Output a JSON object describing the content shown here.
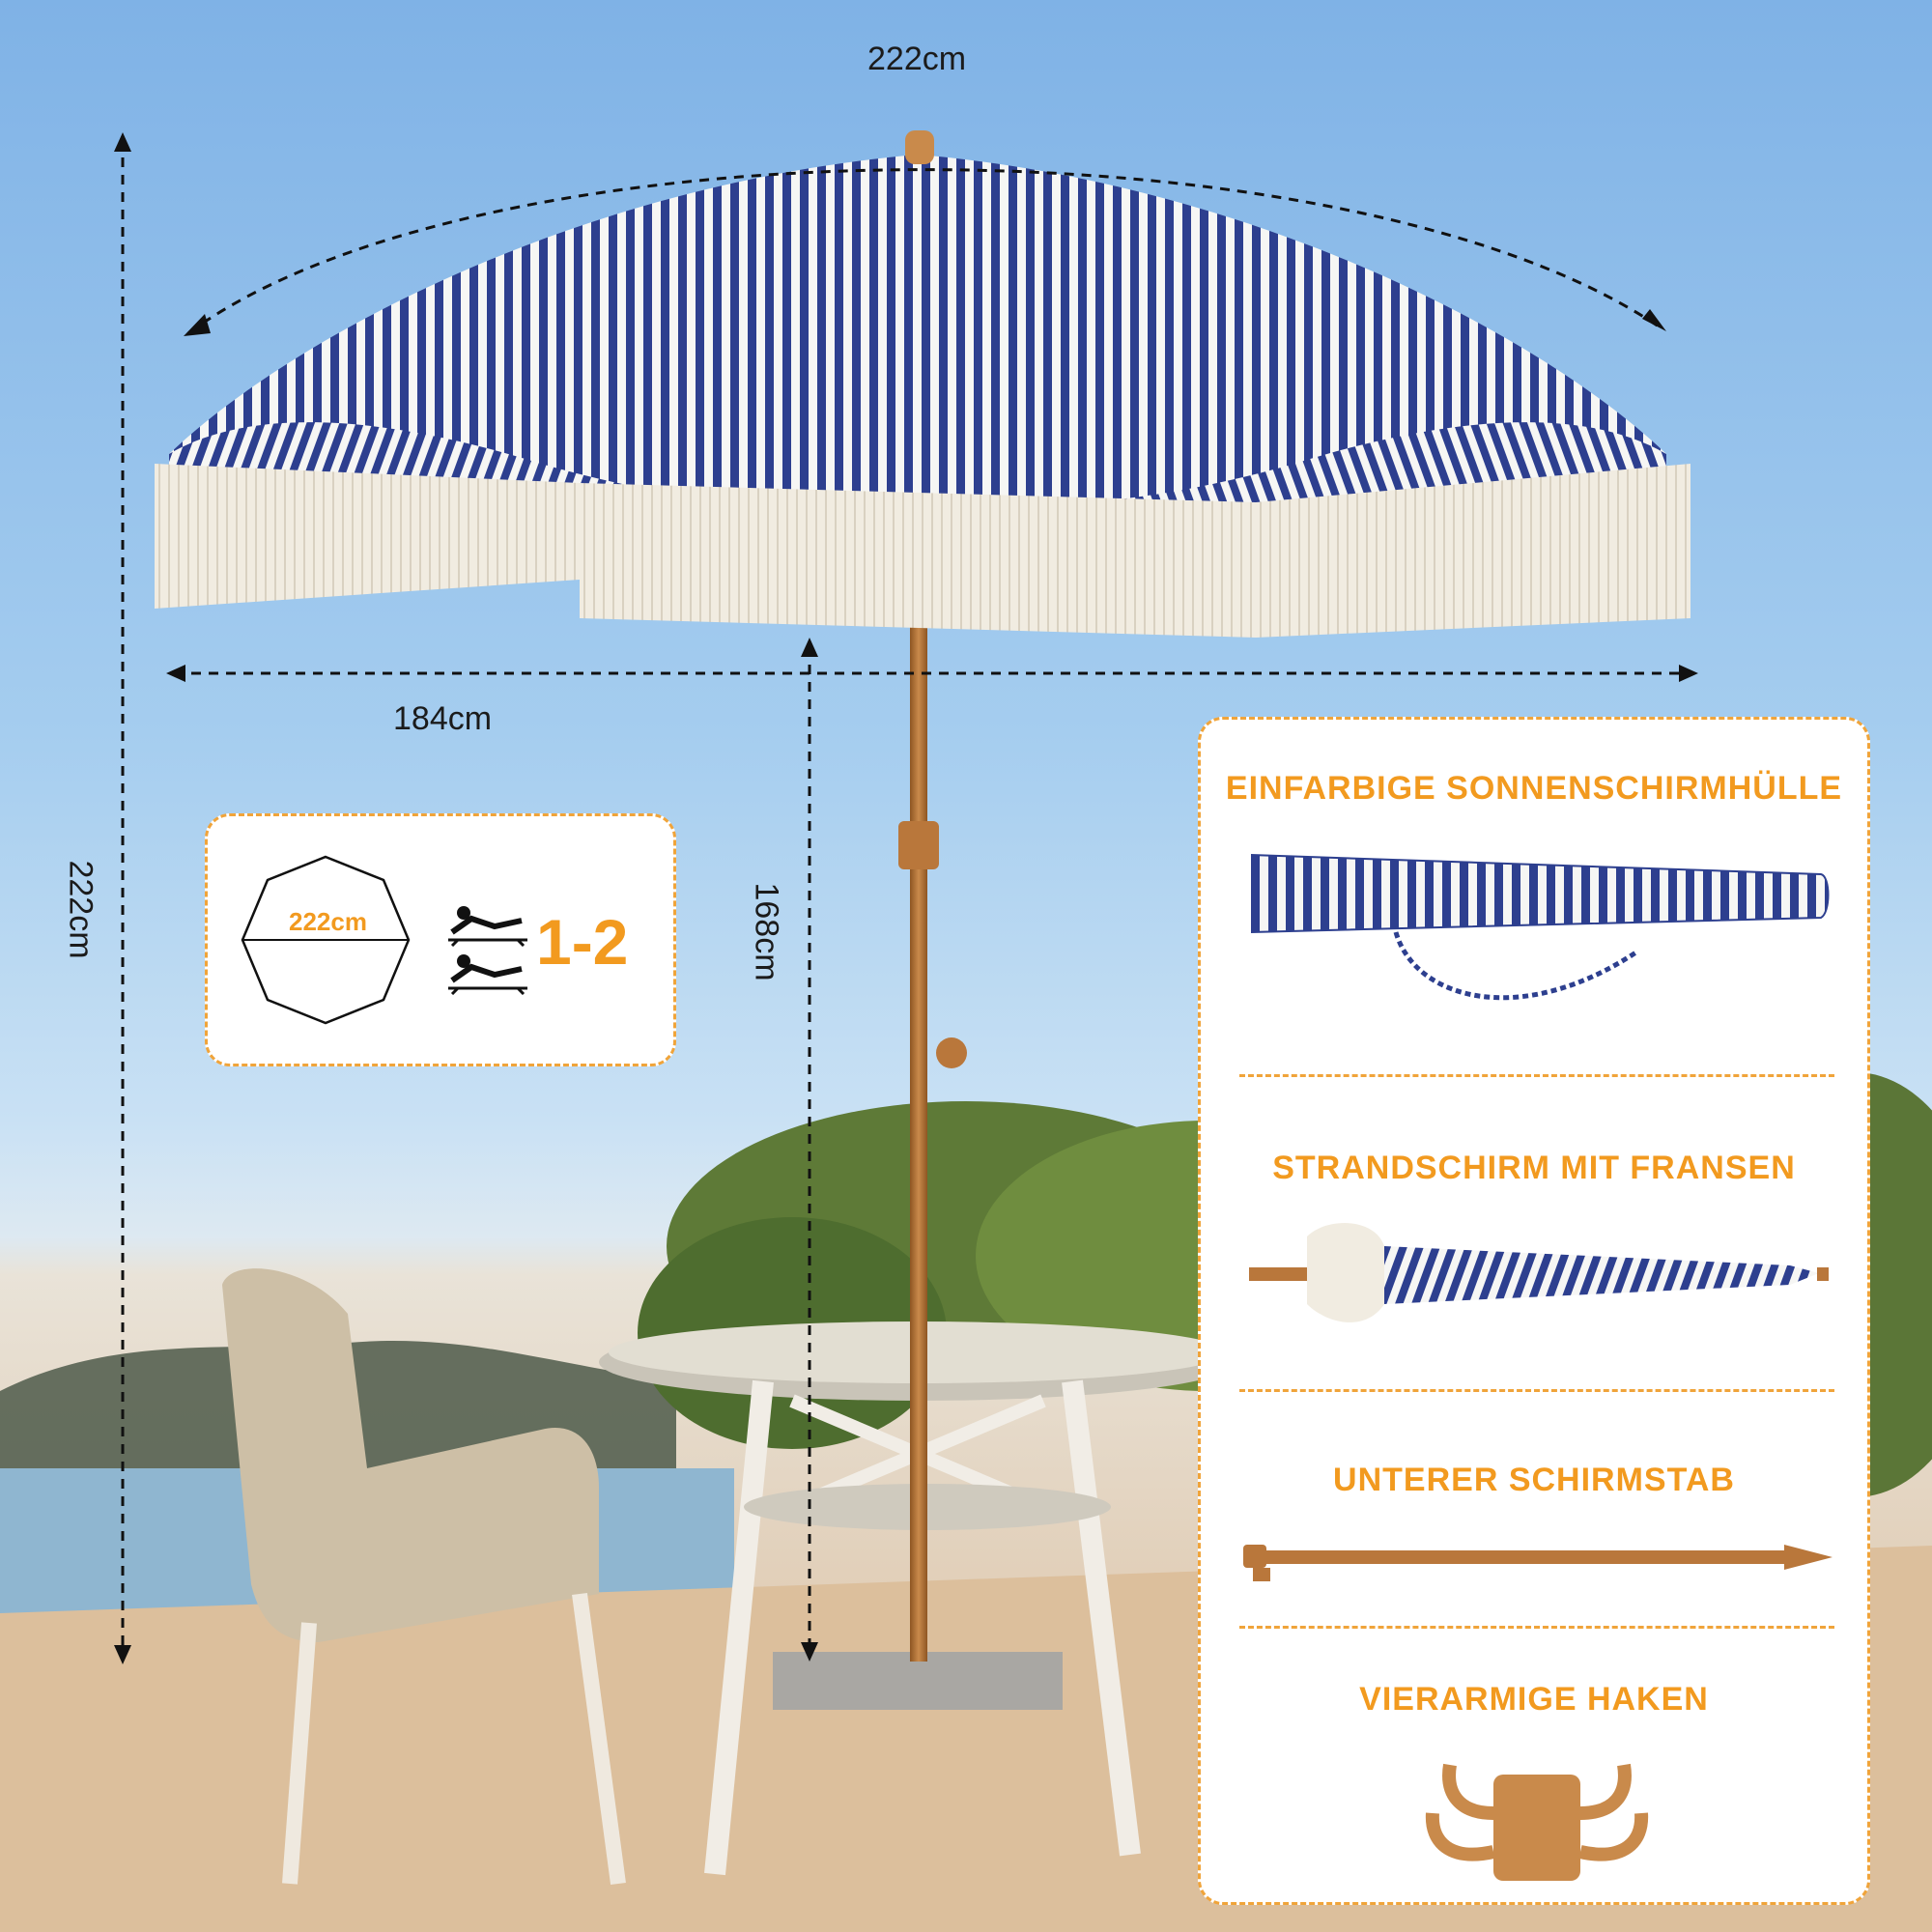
{
  "dimensions": {
    "canopy_arc": "222cm",
    "canopy_width": "184cm",
    "total_height": "222cm",
    "pole_height": "168cm"
  },
  "info_box": {
    "diameter": "222cm",
    "capacity": "1-2"
  },
  "panel": {
    "sections": [
      {
        "title": "EINFARBIGE SONNENSCHIRMHÜLLE"
      },
      {
        "title": "STRANDSCHIRM MIT FRANSEN"
      },
      {
        "title": "UNTERER SCHIRMSTAB"
      },
      {
        "title": "VIERARMIGE HAKEN"
      }
    ]
  },
  "colors": {
    "accent": "#f29a1f",
    "stripe": "#2d3f8f",
    "pole": "#b9773b"
  }
}
